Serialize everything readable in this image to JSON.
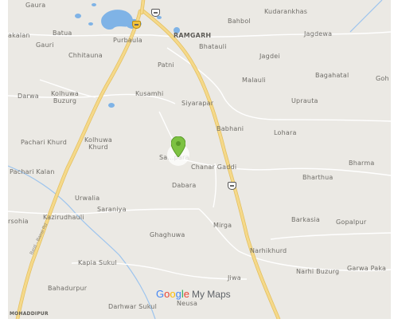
{
  "map": {
    "places": [
      {
        "id": "gaura",
        "label": "Gaura"
      },
      {
        "id": "kakalan",
        "label": "akalan"
      },
      {
        "id": "batua",
        "label": "Batua"
      },
      {
        "id": "gauri",
        "label": "Gauri"
      },
      {
        "id": "purbaula",
        "label": "Purbaula"
      },
      {
        "id": "ramgarh",
        "label": "RAMGARH"
      },
      {
        "id": "bhatauli",
        "label": "Bhatauli"
      },
      {
        "id": "bahbol",
        "label": "Bahbol"
      },
      {
        "id": "kudarankhas",
        "label": "Kudarankhas"
      },
      {
        "id": "jagdewa",
        "label": "Jagdewa"
      },
      {
        "id": "chhitauna",
        "label": "Chhitauna"
      },
      {
        "id": "patni",
        "label": "Patni"
      },
      {
        "id": "jagdei",
        "label": "Jagdei"
      },
      {
        "id": "malauli",
        "label": "Malauli"
      },
      {
        "id": "bagahatal",
        "label": "Bagahatal"
      },
      {
        "id": "goh",
        "label": "Goh"
      },
      {
        "id": "darwa",
        "label": "Darwa"
      },
      {
        "id": "kolhuwa-buzurg",
        "label": "Kolhuwa\nBuzurg"
      },
      {
        "id": "kusamhi",
        "label": "Kusamhi"
      },
      {
        "id": "siyarapar",
        "label": "Siyarapar"
      },
      {
        "id": "uprauta",
        "label": "Uprauta"
      },
      {
        "id": "babhani",
        "label": "Babhani"
      },
      {
        "id": "lohara",
        "label": "Lohara"
      },
      {
        "id": "pachari-khurd",
        "label": "Pachari Khurd"
      },
      {
        "id": "kolhuwa-khurd",
        "label": "Kolhuwa\nKhurd"
      },
      {
        "id": "sarapara",
        "label": "Sa...para"
      },
      {
        "id": "chanar-gaddi",
        "label": "Chanar Gaddi"
      },
      {
        "id": "bharma",
        "label": "Bharma"
      },
      {
        "id": "pachari-kalan",
        "label": "Pachari Kalan"
      },
      {
        "id": "bharthua",
        "label": "Bharthua"
      },
      {
        "id": "dabara",
        "label": "Dabara"
      },
      {
        "id": "urwalia",
        "label": "Urwalia"
      },
      {
        "id": "saraniya",
        "label": "Saraniya"
      },
      {
        "id": "rsohia",
        "label": "rsohia"
      },
      {
        "id": "kazirudhauli",
        "label": "Kazirudhauli"
      },
      {
        "id": "mirga",
        "label": "Mirga"
      },
      {
        "id": "barkasia",
        "label": "Barkasia"
      },
      {
        "id": "gopalpur",
        "label": "Gopalpur"
      },
      {
        "id": "ghaghuwa",
        "label": "Ghaghuwa"
      },
      {
        "id": "narhikhurd",
        "label": "Narhikhurd"
      },
      {
        "id": "kapia-sukul",
        "label": "Kapia Sukul"
      },
      {
        "id": "narhi-buzurg",
        "label": "Narhi Buzurg"
      },
      {
        "id": "garwa-paka",
        "label": "Garwa Paka"
      },
      {
        "id": "jiwa",
        "label": "Jiwa"
      },
      {
        "id": "bahadurpur",
        "label": "Bahadurpur"
      },
      {
        "id": "darhwar-sukul",
        "label": "Darhwar Sukul"
      },
      {
        "id": "neusa",
        "label": "Neusa"
      },
      {
        "id": "mohaddipur",
        "label": "MOHADDIPUR"
      }
    ],
    "road_label": "Basti - Bansi Rd",
    "attribution": {
      "google": [
        "G",
        "o",
        "o",
        "g",
        "l",
        "e"
      ],
      "suffix": "My Maps"
    },
    "colors": {
      "land": "#ebe9e4",
      "water": "#7fb3e6",
      "highway": "#f5d98a",
      "highway_edge": "#e3bf5e",
      "minor_road": "#ffffff",
      "pin": "#7dc242"
    }
  }
}
